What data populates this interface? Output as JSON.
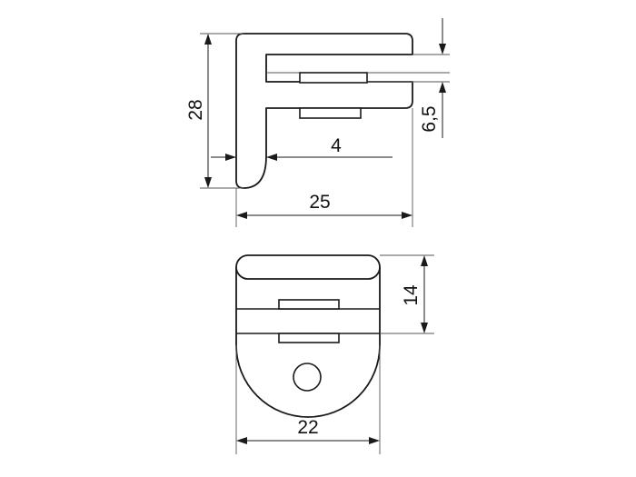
{
  "dimensions": {
    "height_side": "28",
    "width_side": "25",
    "inner_lip": "4",
    "glass_gap": "6,5",
    "height_front": "14",
    "width_front": "22"
  },
  "colors": {
    "line": "#1a1a1a",
    "background": "#ffffff"
  }
}
